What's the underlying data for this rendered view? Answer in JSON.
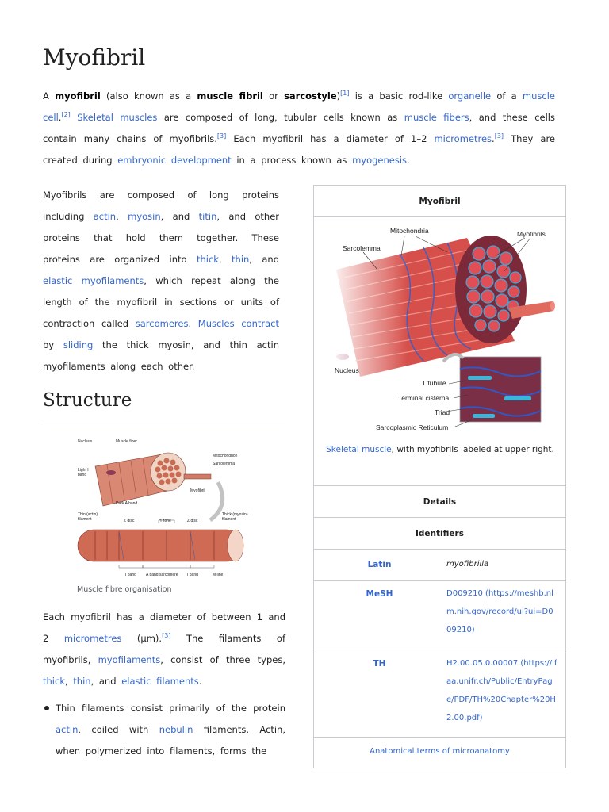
{
  "title": "Myofibril",
  "intro": {
    "t1": "A ",
    "b1": "myofibril",
    "t2": " (also known as a ",
    "b2": "muscle fibril",
    "t3": " or ",
    "b3": "sarcostyle",
    "t4": ")",
    "r1": "[1]",
    "t5": " is a basic rod-like ",
    "l_organelle": "organelle",
    "t6": " of a ",
    "l_muscle_cell": "muscle cell",
    "t7": ".",
    "r2": "[2]",
    "t8": " ",
    "l_skeletal_muscles": "Skeletal muscles",
    "t9": " are composed of long, tubular cells known as ",
    "l_muscle_fibers": "muscle fibers",
    "t10": ", and these cells contain many chains of myofibrils.",
    "r3": "[3]",
    "t11": " Each myofibril has a diameter of 1–2 ",
    "l_micrometres": "micrometres",
    "t12": ".",
    "r4": "[3]",
    "t13": " They are created during ",
    "l_embryonic": "embryonic development",
    "t14": " in a process known as ",
    "l_myogenesis": "myogenesis",
    "t15": "."
  },
  "para2": {
    "t1": "Myofibrils are composed of long proteins including ",
    "l_actin": "actin",
    "t2": ", ",
    "l_myosin": "myosin",
    "t3": ", and ",
    "l_titin": "titin",
    "t4": ", and other proteins that hold them together. These proteins are organized into ",
    "l_thick": "thick",
    "t5": ", ",
    "l_thin": "thin",
    "t6": ", and ",
    "l_elastic": "elastic myofilaments",
    "t7": ", which repeat along the length of the myofibril in sections or units of contraction called ",
    "l_sarcomeres": "sarcomeres",
    "t8": ". ",
    "l_muscles_contract": "Muscles contract",
    "t9": " by ",
    "l_sliding": "sliding",
    "t10": " the thick myosin, and thin actin myofilaments along each other."
  },
  "structure": {
    "heading": "Structure",
    "figure_caption": "Muscle fibre organisation",
    "figure_labels": {
      "nucleus": "Nucleus",
      "muscle_fiber": "Muscle fiber",
      "mitochondrion": "Mitochondrion",
      "sarcolemma": "Sarcolemma",
      "light_i_band_1": "Light I",
      "light_i_band_2": "band",
      "myofibril": "Myofibril",
      "dark_a_band": "Dark A band",
      "thin_filament_1": "Thin (actin)",
      "thin_filament_2": "filament",
      "z_disc": "Z disc",
      "h_zone": "H zone",
      "thick_filament_1": "Thick (myosin)",
      "thick_filament_2": "filament",
      "i_band": "I band",
      "a_band_sarcomere": "A band sarcomere",
      "m_line": "M line"
    },
    "para3": {
      "t1": "Each myofibril has a diameter of between 1 and 2 ",
      "l_micrometres": "micrometres",
      "t2": " (μm).",
      "r1": "[3]",
      "t3": " The filaments of myofibrils, ",
      "l_myofilaments": "myofilaments",
      "t4": ", consist of three types, ",
      "l_thick": "thick",
      "t5": ", ",
      "l_thin": "thin",
      "t6": ", and ",
      "l_elastic": "elastic filaments",
      "t7": "."
    },
    "bullet1": {
      "t1": "Thin filaments consist primarily of the protein ",
      "l_actin": "actin",
      "t2": ", coiled with ",
      "l_nebulin": "nebulin",
      "t3": " filaments. Actin, when polymerized into filaments, forms the"
    }
  },
  "infobox": {
    "title": "Myofibril",
    "image_labels": {
      "mitochondria": "Mitochondria",
      "myofibrils": "Myofibrils",
      "sarcolemma": "Sarcolemma",
      "nucleus": "Nucleus",
      "t_tubule": "T tubule",
      "terminal_cisterna": "Terminal cisterna",
      "triad": "Triad",
      "sarcoplasmic_reticulum": "Sarcoplasmic Reticulum"
    },
    "caption_link": "Skeletal muscle",
    "caption_text": ", with myofibrils labeled at upper right.",
    "details": "Details",
    "identifiers": "Identifiers",
    "latin_label": "Latin",
    "latin_value": "myofibrilla",
    "mesh_label": "MeSH",
    "mesh_value": "D009210 (https://meshb.nlm.nih.gov/record/ui?ui=D009210)",
    "th_label": "TH",
    "th_value": "H2.00.05.0.00007 (https://ifaa.unifr.ch/Public/EntryPage/PDF/TH%20Chapter%20H2.00.pdf)",
    "footer_link": "Anatomical terms of microanatomy"
  }
}
